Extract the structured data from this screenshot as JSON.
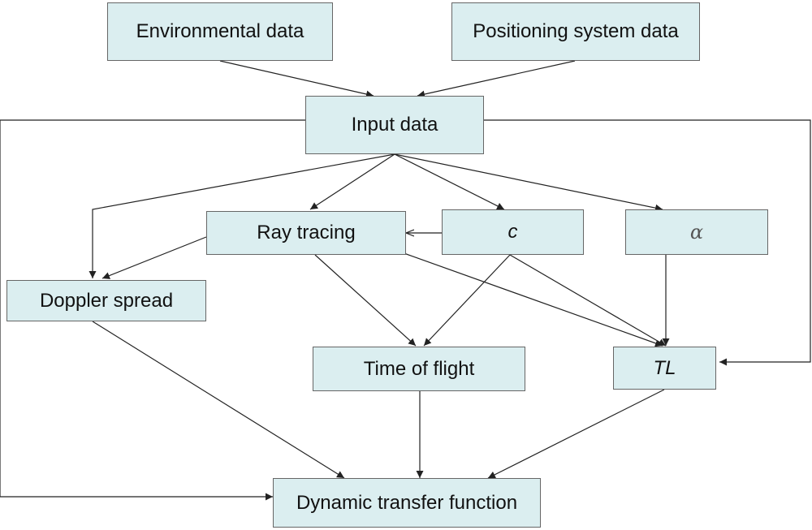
{
  "nodes": {
    "environmental": "Environmental data",
    "positioning": "Positioning system data",
    "input": "Input data",
    "ray_tracing": "Ray tracing",
    "c": "c",
    "alpha": "α",
    "doppler": "Doppler spread",
    "time_of_flight": "Time of flight",
    "tl": "TL",
    "dtf": "Dynamic transfer function"
  },
  "colors": {
    "box_fill": "#dbeef0",
    "box_border": "#666666",
    "line": "#222222"
  }
}
